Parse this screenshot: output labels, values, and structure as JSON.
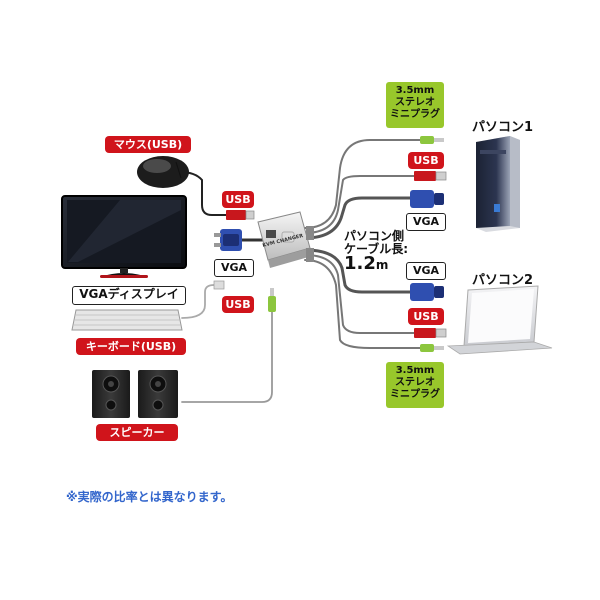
{
  "labels": {
    "mouse": "マウス(USB)",
    "usb": "USB",
    "vga": "VGA",
    "vga_display": "VGAディスプレイ",
    "keyboard": "キーボード(USB)",
    "speaker": "スピーカー",
    "pc1": "パソコン1",
    "pc2": "パソコン2",
    "audio_line1": "3.5mm",
    "audio_line2": "ステレオ",
    "audio_line3": "ミニプラグ",
    "cable_line1": "パソコン側",
    "cable_line2": "ケーブル長:",
    "cable_length": "1.2",
    "cable_unit": "m",
    "device_brand": "KVM CHANGER"
  },
  "note": "※実際の比率とは異なります。",
  "colors": {
    "label_red": "#d0141b",
    "label_green": "#98c72b",
    "note_blue": "#3366cc",
    "vga_blue": "#2f4fb0",
    "usb_red": "#c8171d"
  }
}
